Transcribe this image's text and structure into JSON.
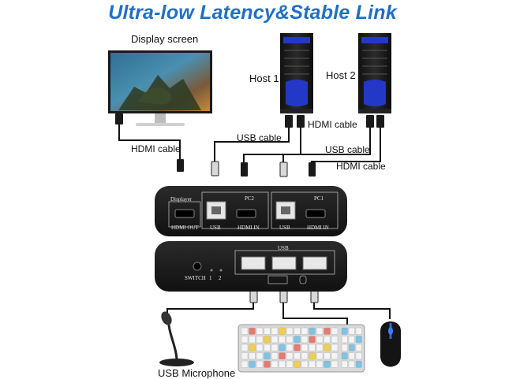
{
  "title": "Ultra-low Latency&Stable Link",
  "labels": {
    "display_screen": "Display screen",
    "host1": "Host 1",
    "host2": "Host 2",
    "hdmi_cable_top": "HDMI cable",
    "usb_cable_1": "USB cable",
    "hdmi_cable_left": "HDMI cable",
    "usb_cable_2": "USB cable",
    "hdmi_cable_2": "HDMI cable",
    "usb_microphone": "USB Microphone"
  },
  "back_panel": {
    "displayer": "Displayer",
    "hdmi_out": "HDMI OUT",
    "pc2": "PC2",
    "usb_a": "USB",
    "hdmi_in_a": "HDMI IN",
    "pc1": "PC1",
    "usb_b": "USB",
    "hdmi_in_b": "HDMI IN"
  },
  "front_panel": {
    "usb": "USB",
    "switch": "SWITCH",
    "one": "1",
    "two": "2"
  },
  "colors": {
    "title": "#1f6fc9",
    "device_body": "#1c1c1c",
    "tower_accent": "#2438c8"
  }
}
